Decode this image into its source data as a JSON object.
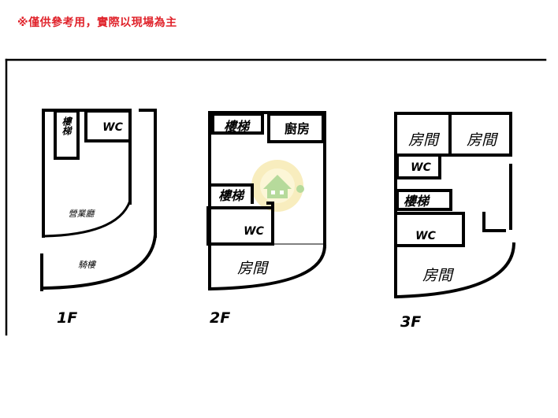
{
  "disclaimer": "※僅供參考用，實際以現場為主",
  "floors": [
    {
      "name": "1F",
      "rooms": {
        "stairs": "樓梯",
        "wc": "WC",
        "shop": "營業廳",
        "arcade": "騎樓"
      }
    },
    {
      "name": "2F",
      "rooms": {
        "stairs_top": "樓梯",
        "kitchen": "廚房",
        "stairs_mid": "樓梯",
        "wc": "WC",
        "room": "房間"
      }
    },
    {
      "name": "3F",
      "rooms": {
        "room_left": "房間",
        "room_right": "房間",
        "wc_small": "WC",
        "stairs": "樓梯",
        "wc": "WC",
        "room_bottom": "房間"
      }
    }
  ],
  "watermark_icon": "house-logo-icon"
}
